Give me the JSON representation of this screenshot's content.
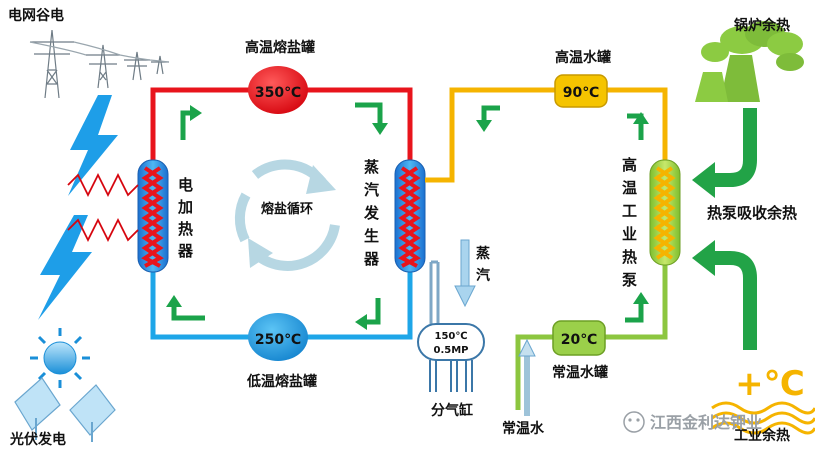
{
  "labels": {
    "grid_power": "电网谷电",
    "pv_power": "光伏发电",
    "electric_heater": "电加热器",
    "salt_cycle": "熔盐循环",
    "steam_generator": "蒸汽发生器",
    "high_temp_salt_tank": "高温熔盐罐",
    "low_temp_salt_tank": "低温熔盐罐",
    "high_temp_salt_value": "350℃",
    "low_temp_salt_value": "250℃",
    "steam": "蒸汽",
    "splitter_temp": "150℃",
    "splitter_pressure": "0.5MP",
    "splitter": "分气缸",
    "high_temp_water_tank": "高温水罐",
    "high_temp_water_value": "90℃",
    "normal_water_tank": "常温水罐",
    "normal_water_value": "20℃",
    "normal_water": "常温水",
    "heat_pump": "高温工业热泵",
    "boiler_waste_heat": "锅炉余热",
    "heat_pump_recovery": "热泵吸收余热",
    "industrial_waste_heat": "工业余热",
    "plus_c": "+℃",
    "watermark": "江西金利达钾业"
  },
  "colors": {
    "hot_line": "#e8141c",
    "cold_line": "#1ea6e8",
    "hot_water_line": "#f5b400",
    "cool_water_line": "#8cc63f",
    "flow_arrow": "#1ba34a",
    "big_arrow": "#22a347",
    "salt_tank_hot": "#e8141c",
    "salt_tank_cold": "#1b9be0",
    "water_tank_hot": "#f5c400",
    "water_tank_cool": "#9bd04a",
    "lightning": "#1e9ee8",
    "plus_c": "#f5b400"
  }
}
